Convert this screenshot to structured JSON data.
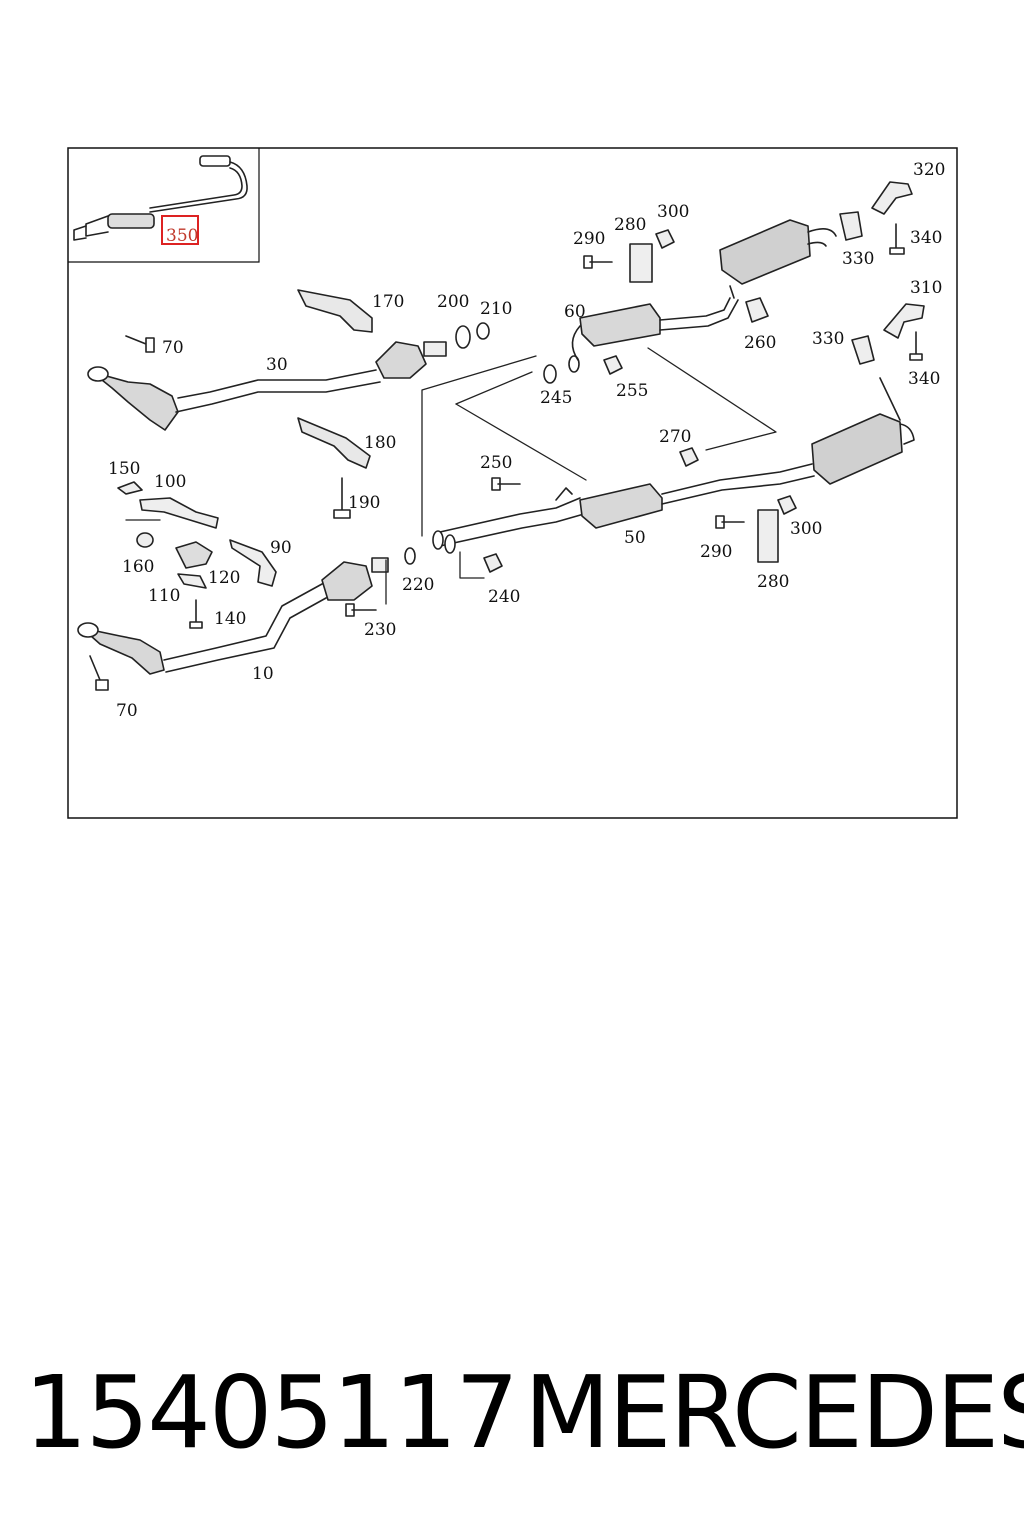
{
  "diagram": {
    "highlight_color": "#cc2222",
    "callouts": {
      "c10": "10",
      "c30": "30",
      "c50": "50",
      "c60": "60",
      "c70a": "70",
      "c70b": "70",
      "c90": "90",
      "c100": "100",
      "c110": "110",
      "c120": "120",
      "c140": "140",
      "c150": "150",
      "c160": "160",
      "c170": "170",
      "c180": "180",
      "c190": "190",
      "c200": "200",
      "c210": "210",
      "c220": "220",
      "c230": "230",
      "c240": "240",
      "c245": "245",
      "c250": "250",
      "c255": "255",
      "c260": "260",
      "c270": "270",
      "c280a": "280",
      "c280b": "280",
      "c290a": "290",
      "c290b": "290",
      "c300a": "300",
      "c300b": "300",
      "c310": "310",
      "c320": "320",
      "c330a": "330",
      "c330b": "330",
      "c340a": "340",
      "c340b": "340",
      "c350": "350"
    }
  },
  "caption": {
    "part_number": "15405117",
    "brand": "MERCEDES"
  }
}
